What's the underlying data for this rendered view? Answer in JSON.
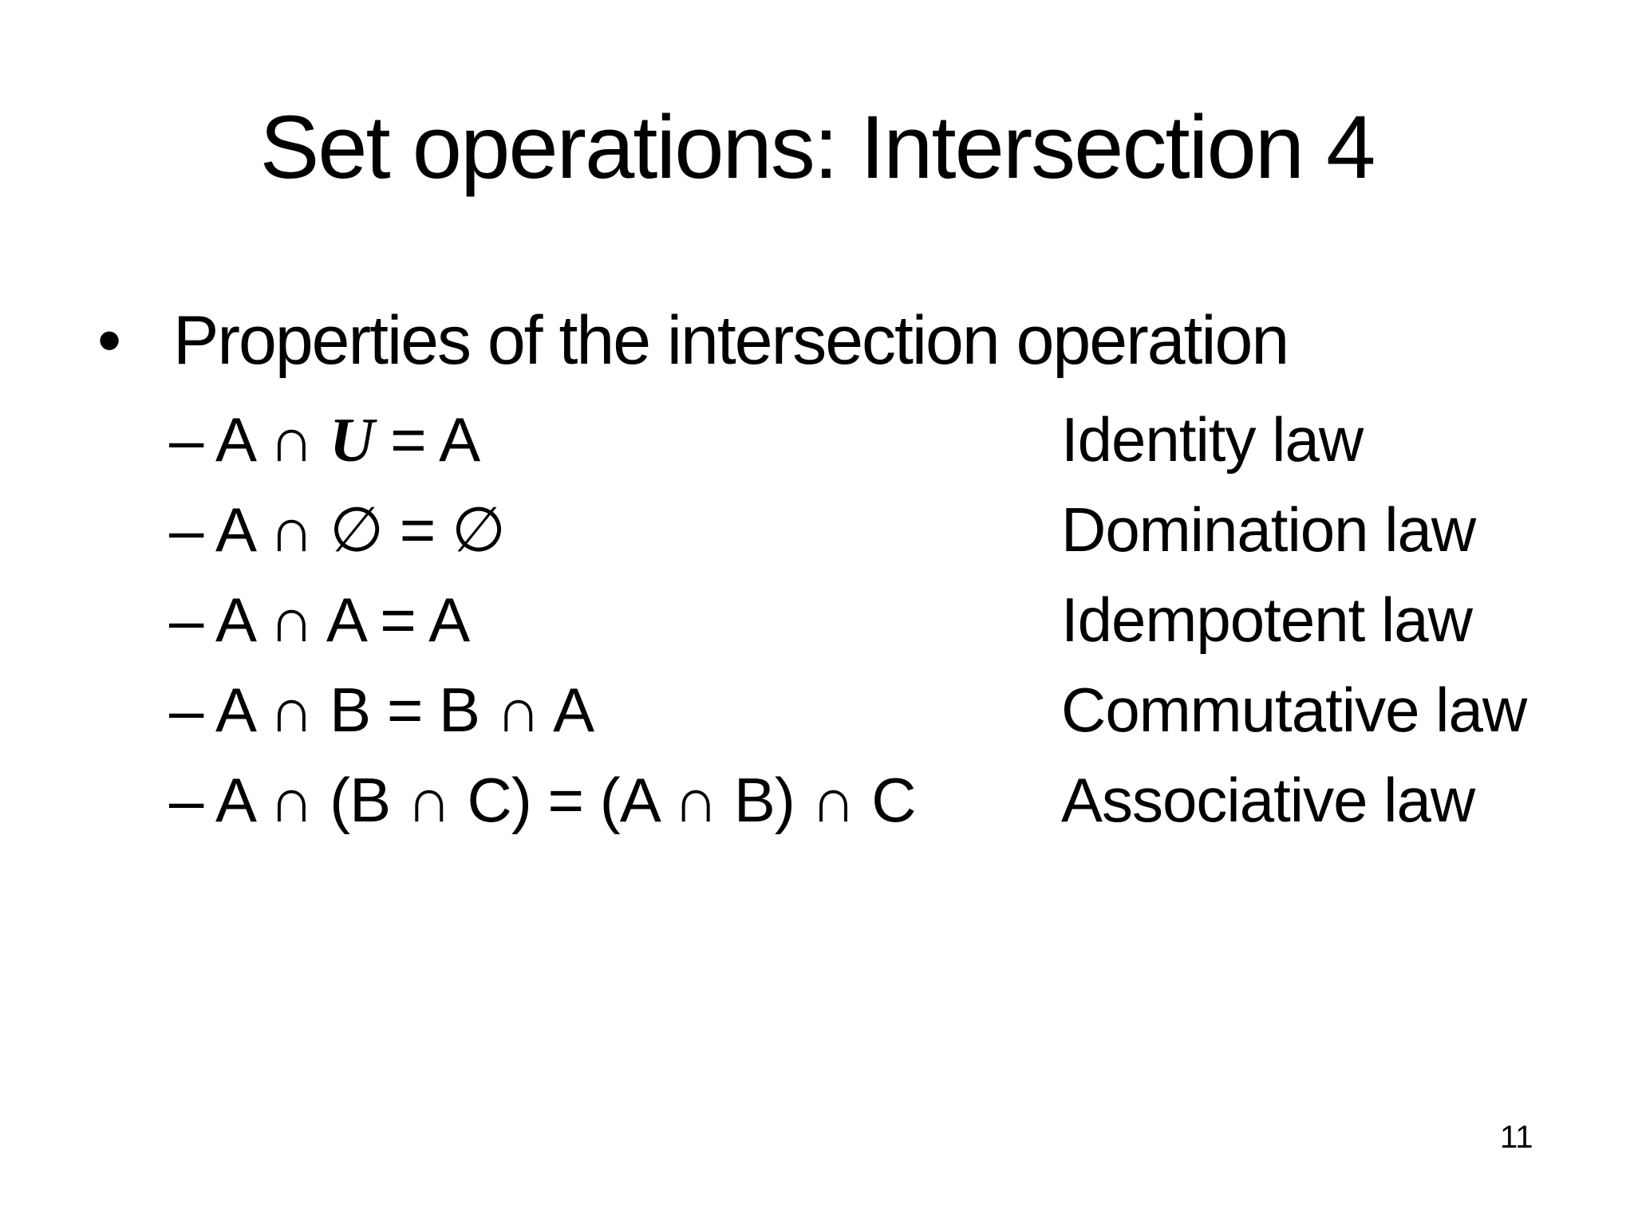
{
  "slide": {
    "title": "Set operations: Intersection 4",
    "bullet_marker": "•",
    "dash_marker": "–",
    "bullet_text": "Properties of the intersection operation",
    "properties": [
      {
        "formula": [
          {
            "text": "A ∩ ",
            "style": "plain"
          },
          {
            "text": "U",
            "style": "universal-set"
          },
          {
            "text": " = A",
            "style": "plain"
          }
        ],
        "law": "Identity law"
      },
      {
        "formula": [
          {
            "text": "A ∩ ",
            "style": "plain"
          },
          {
            "text": "∅",
            "style": "empty-set"
          },
          {
            "text": " = ",
            "style": "plain"
          },
          {
            "text": "∅",
            "style": "empty-set"
          }
        ],
        "law": "Domination law"
      },
      {
        "formula": [
          {
            "text": "A ∩ A = A",
            "style": "plain"
          }
        ],
        "law": "Idempotent law"
      },
      {
        "formula": [
          {
            "text": "A ∩ B = B ∩ A",
            "style": "plain"
          }
        ],
        "law": "Commutative law"
      },
      {
        "formula": [
          {
            "text": "A ∩ (B ∩ C) = (A ∩ B) ∩ C",
            "style": "plain"
          }
        ],
        "law": "Associative law"
      }
    ],
    "page_number": "11"
  }
}
